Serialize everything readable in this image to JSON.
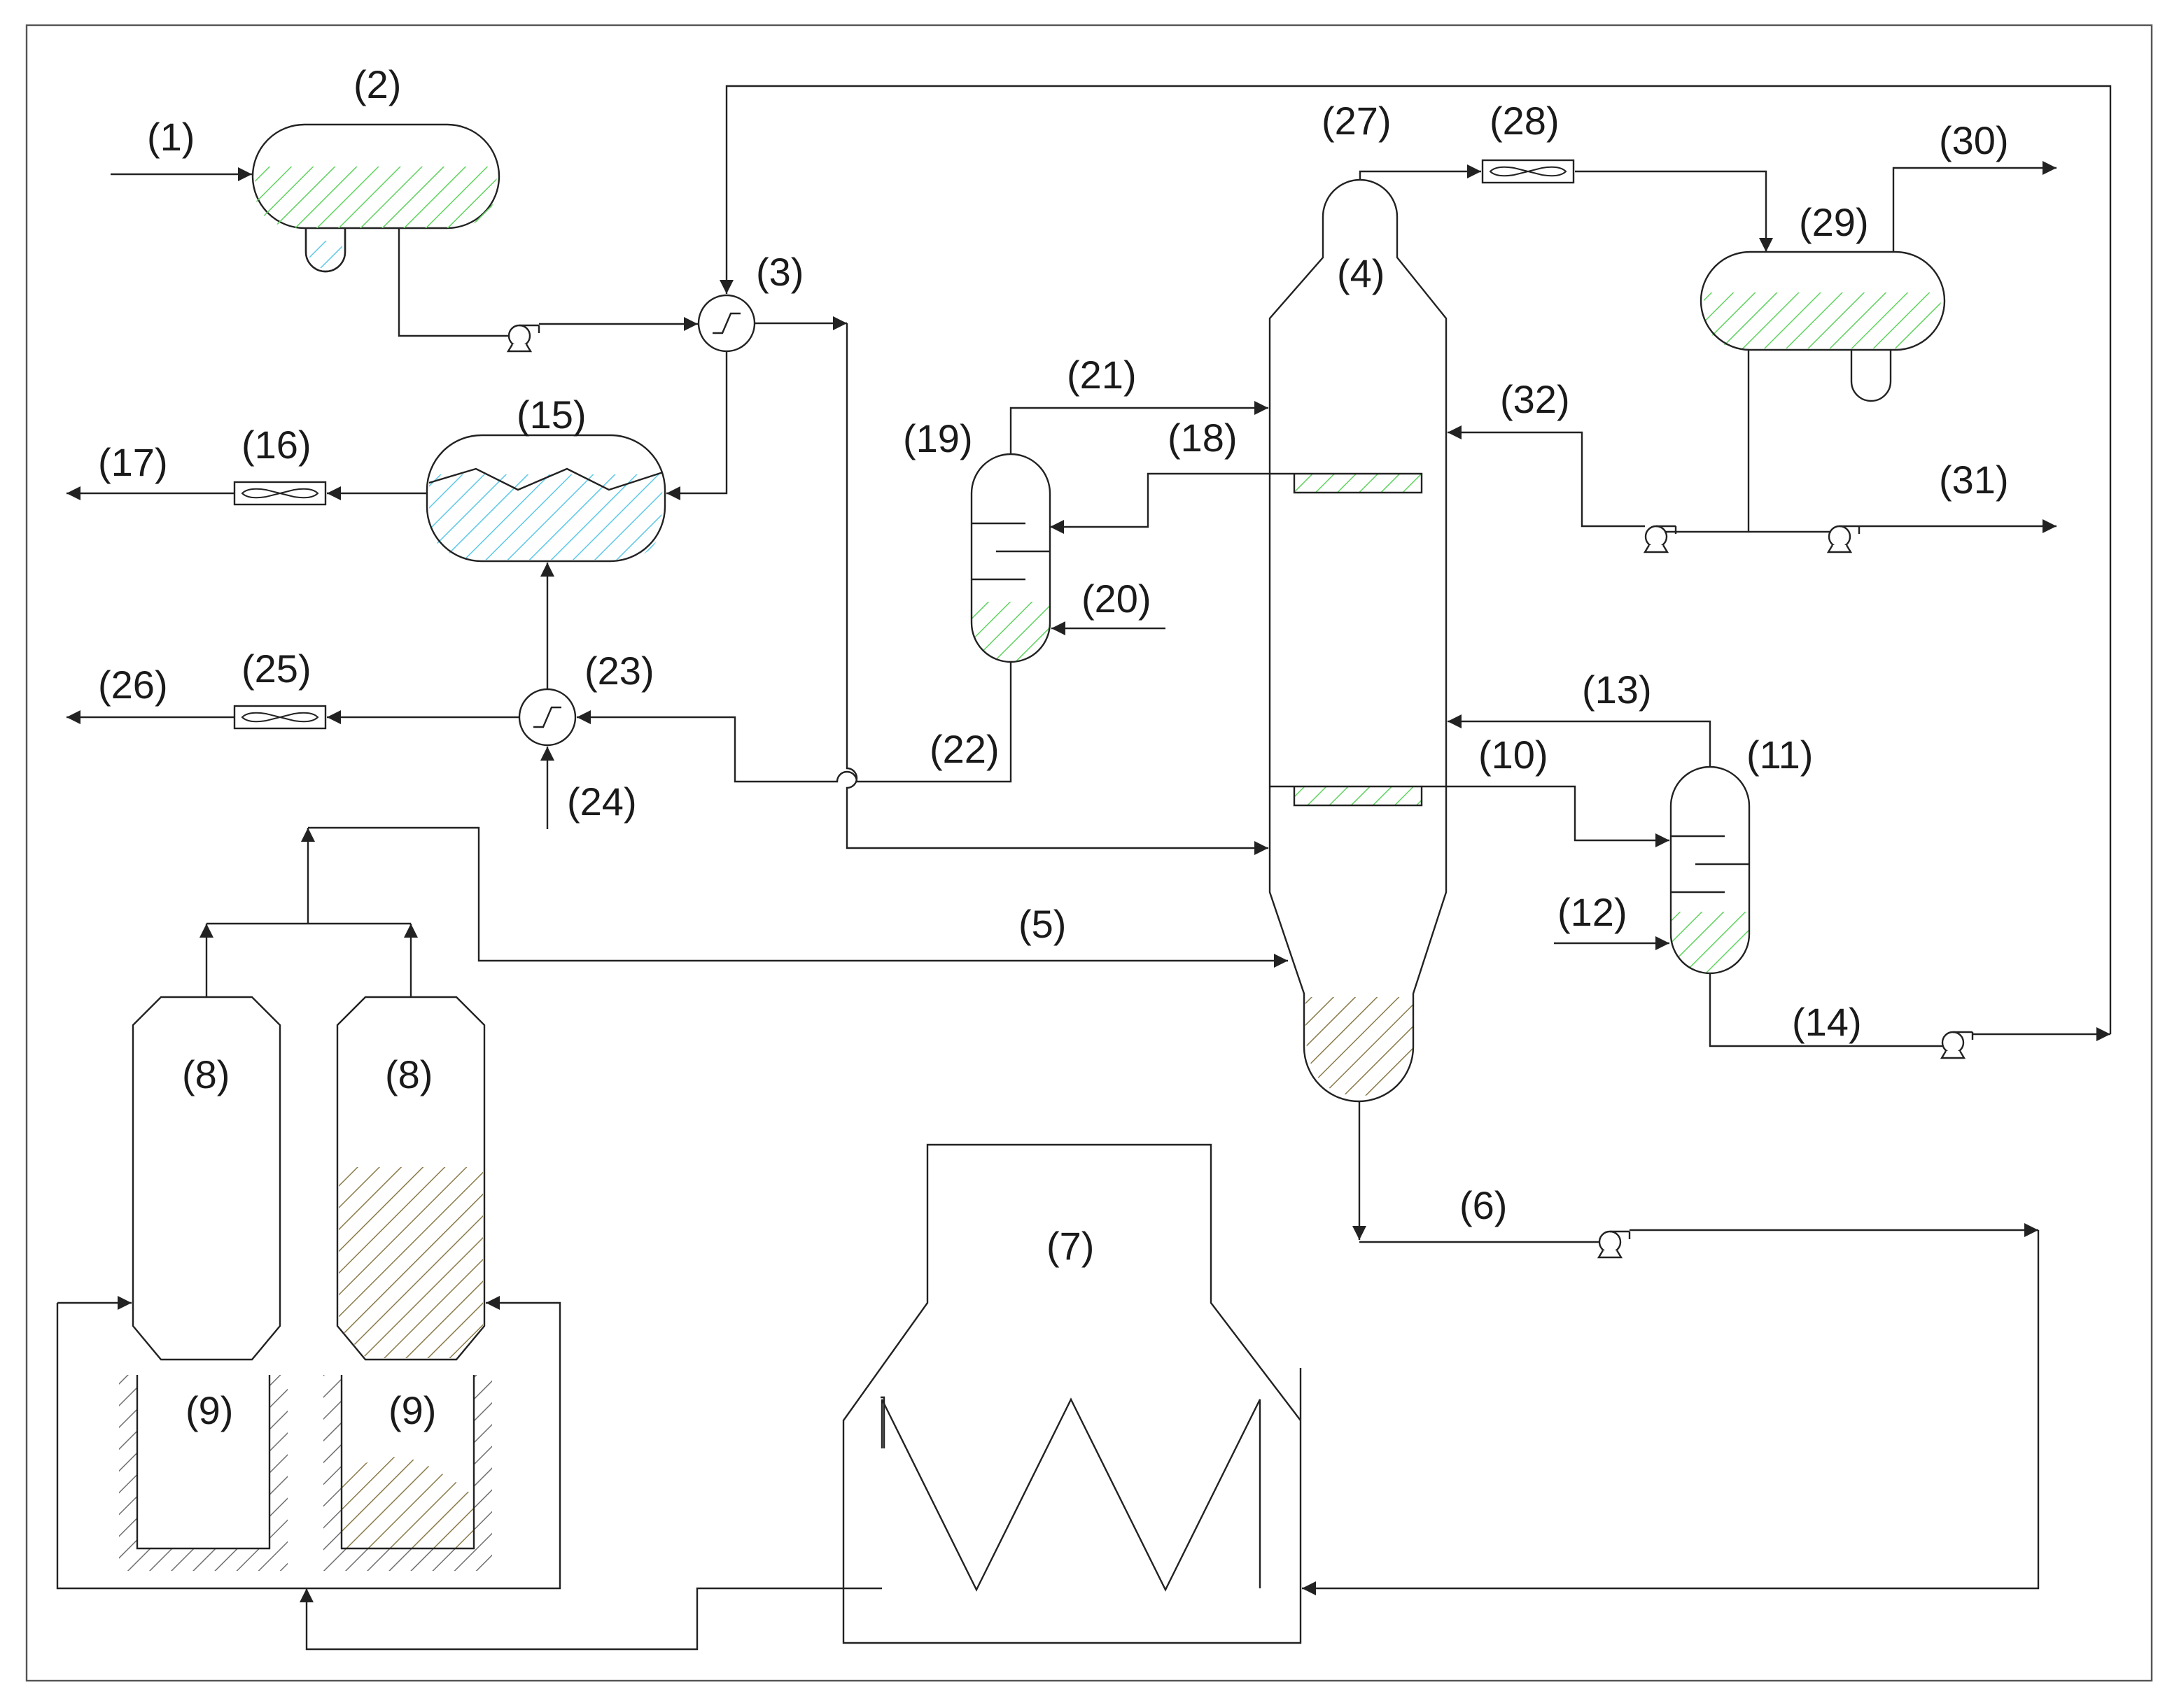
{
  "labels": {
    "l1": "(1)",
    "l2": "(2)",
    "l3": "(3)",
    "l4": "(4)",
    "l5": "(5)",
    "l6": "(6)",
    "l7": "(7)",
    "l8a": "(8)",
    "l8b": "(8)",
    "l9a": "(9)",
    "l9b": "(9)",
    "l10": "(10)",
    "l11": "(11)",
    "l12": "(12)",
    "l13": "(13)",
    "l14": "(14)",
    "l15": "(15)",
    "l16": "(16)",
    "l17": "(17)",
    "l18": "(18)",
    "l19": "(19)",
    "l20": "(20)",
    "l21": "(21)",
    "l22": "(22)",
    "l23": "(23)",
    "l24": "(24)",
    "l25": "(25)",
    "l26": "(26)",
    "l27": "(27)",
    "l28": "(28)",
    "l29": "(29)",
    "l30": "(30)",
    "l31": "(31)",
    "l32": "(32)"
  },
  "colors": {
    "line": "#222222",
    "green_liquid": "#5fd35f",
    "blue_liquid": "#5cc8e8",
    "brown_solid": "#8a7a48"
  }
}
